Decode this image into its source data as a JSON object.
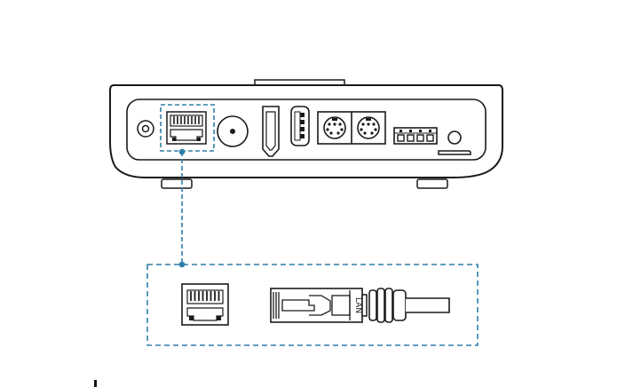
{
  "labels": {
    "lan_connector": "LAN"
  },
  "colors": {
    "outline": "#1a1a1a",
    "callout": "#2f7fa8",
    "background": "#ffffff"
  },
  "icons": {
    "device": "device-rear-panel",
    "highlight": "ethernet-port-callout",
    "detail_port": "ethernet-port",
    "detail_plug": "ethernet-plug-cable"
  }
}
